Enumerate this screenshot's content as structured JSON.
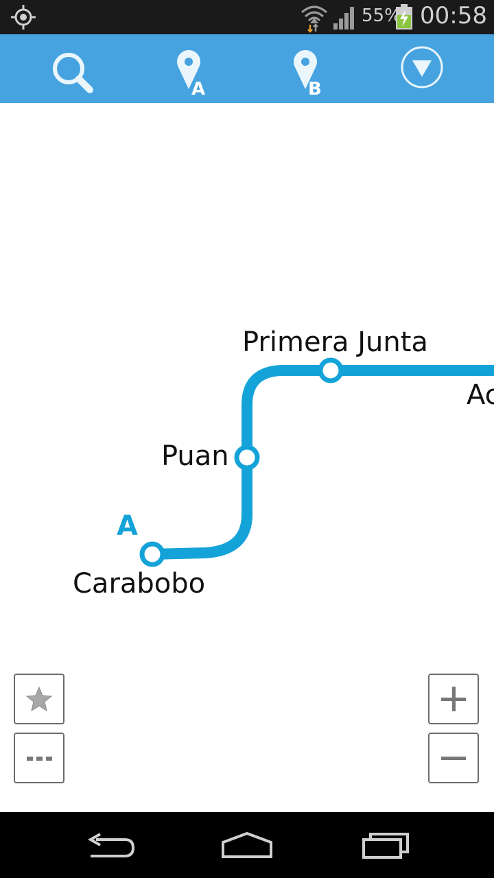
{
  "status_bar": {
    "battery_percent": "55%",
    "time": "00:58",
    "icons": [
      "gps-icon",
      "wifi-icon",
      "signal-icon",
      "battery-charging-icon"
    ]
  },
  "toolbar": {
    "items": [
      {
        "name": "search-icon"
      },
      {
        "name": "origin-pin-icon",
        "letter": "A"
      },
      {
        "name": "destination-pin-icon",
        "letter": "B"
      },
      {
        "name": "dropdown-icon"
      }
    ]
  },
  "map": {
    "line_color": "#14a3d8",
    "origin_marker": "A",
    "stations": [
      {
        "name": "Carabobo"
      },
      {
        "name": "Puan"
      },
      {
        "name": "Primera Junta"
      },
      {
        "name": "Ac"
      }
    ]
  },
  "map_controls": {
    "left": [
      "star-icon",
      "more-icon"
    ],
    "right": [
      "zoom-in-icon",
      "zoom-out-icon"
    ]
  },
  "nav_bar": {
    "buttons": [
      "back-icon",
      "home-icon",
      "recent-apps-icon"
    ]
  }
}
